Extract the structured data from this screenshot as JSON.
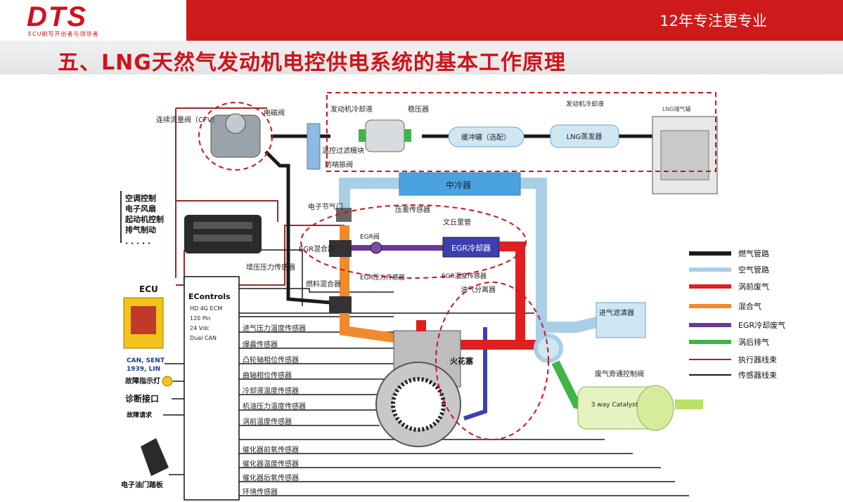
{
  "header": {
    "logo": "DTS",
    "logo_sub": "ECU刷写开创者与领导者",
    "slogan": "12年专注更专业"
  },
  "title": "五、LNG天然气发动机电控供电系统的基本工作原理",
  "components": {
    "cfv": "连续流量阀（CFV）",
    "solenoid": "电磁阀",
    "coolant1": "发动机冷却液",
    "regulator": "稳压器",
    "filter": "温控过滤模块",
    "anti_shake": "防喘振阀",
    "buffer": "缓冲罐（选配）",
    "coolant2": "发动机冷却液",
    "vaporizer": "LNG蒸发器",
    "tank": "LNG储气罐",
    "intercooler": "中冷器",
    "throttle": "电子节气门",
    "pressure_diff": "压差传感器",
    "venturi": "文丘里管",
    "egr_valve": "EGR阀",
    "egr_mixer": "EGR混合器",
    "egr_cooler": "EGR冷却器",
    "egr_pressure": "EGR压力传感器",
    "egr_temp": "EGR温度传感器",
    "fuel_mixer": "燃料混合器",
    "boost_sensor": "增压压力传感器",
    "oil_sep": "油气分离器",
    "spark": "火花塞",
    "air_filter": "进气滤清器",
    "wastegate": "废气旁通控制阀",
    "catalyst": "3 way Catalyst",
    "pedal": "电子油门踏板",
    "ecu_label": "ECU"
  },
  "side_labels": [
    "空调控制",
    "电子风扇",
    "起动机控制",
    "排气制动",
    "· · · · ·"
  ],
  "ecu_box": {
    "name": "EControls",
    "lines": [
      "HD 4G ECM",
      "120  Pin",
      "24 Vdc",
      "Dual CAN"
    ]
  },
  "ecu_left": [
    "CAN, SENT",
    "1939, LIN",
    "故障指示灯",
    "诊断接口",
    "故障请求"
  ],
  "sensor_list": [
    "进气压力温度传感器",
    "爆震传感器",
    "凸轮轴相位传感器",
    "曲轴相位传感器",
    "冷却液温度传感器",
    "机油压力温度传感器",
    "涡前温度传感器"
  ],
  "sensor_list2": [
    "催化器前氧传感器",
    "催化器温度传感器",
    "催化器后氧传感器",
    "环境传感器"
  ],
  "legend": [
    {
      "label": "燃气管路",
      "color": "#1a1a1a"
    },
    {
      "label": "空气管路",
      "color": "#a9cfe6"
    },
    {
      "label": "涡前废气",
      "color": "#e02020"
    },
    {
      "label": "混合气",
      "color": "#f08a2c"
    },
    {
      "label": "EGR冷却废气",
      "color": "#6a3a9a"
    },
    {
      "label": "涡后排气",
      "color": "#3fb548"
    },
    {
      "label": "执行器线束",
      "color": "#9b2a2a"
    },
    {
      "label": "传感器线束",
      "color": "#1a1a1a"
    }
  ]
}
